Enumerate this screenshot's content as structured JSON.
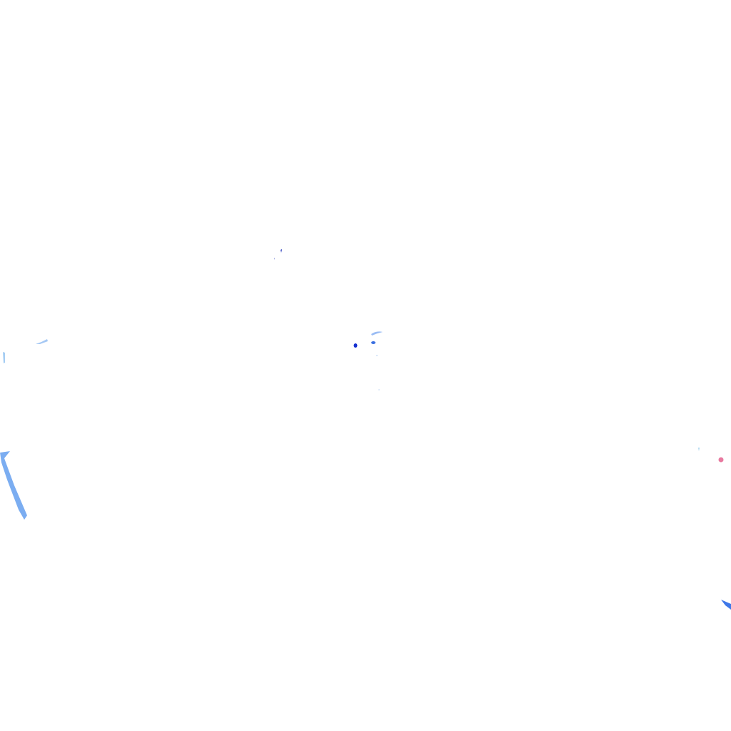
{
  "background_color": "#ffffff",
  "marks": [
    {
      "name": "top-speck",
      "color": "#1a2fb8"
    },
    {
      "name": "center-speck-left",
      "color": "#1530d0"
    },
    {
      "name": "center-speck-right",
      "color": "#3a6fe0"
    },
    {
      "name": "center-wisp",
      "color": "#6fa0f0"
    },
    {
      "name": "left-wisp-upper",
      "color": "#7fb0f0"
    },
    {
      "name": "left-edge-tick",
      "color": "#8fc0f0"
    },
    {
      "name": "left-streak",
      "color": "#5a98ee"
    },
    {
      "name": "right-pink-dot",
      "color": "#e87aa0"
    },
    {
      "name": "right-small-tick",
      "color": "#8fc8e8"
    },
    {
      "name": "bottom-right-streak",
      "color": "#3f78e8"
    }
  ]
}
